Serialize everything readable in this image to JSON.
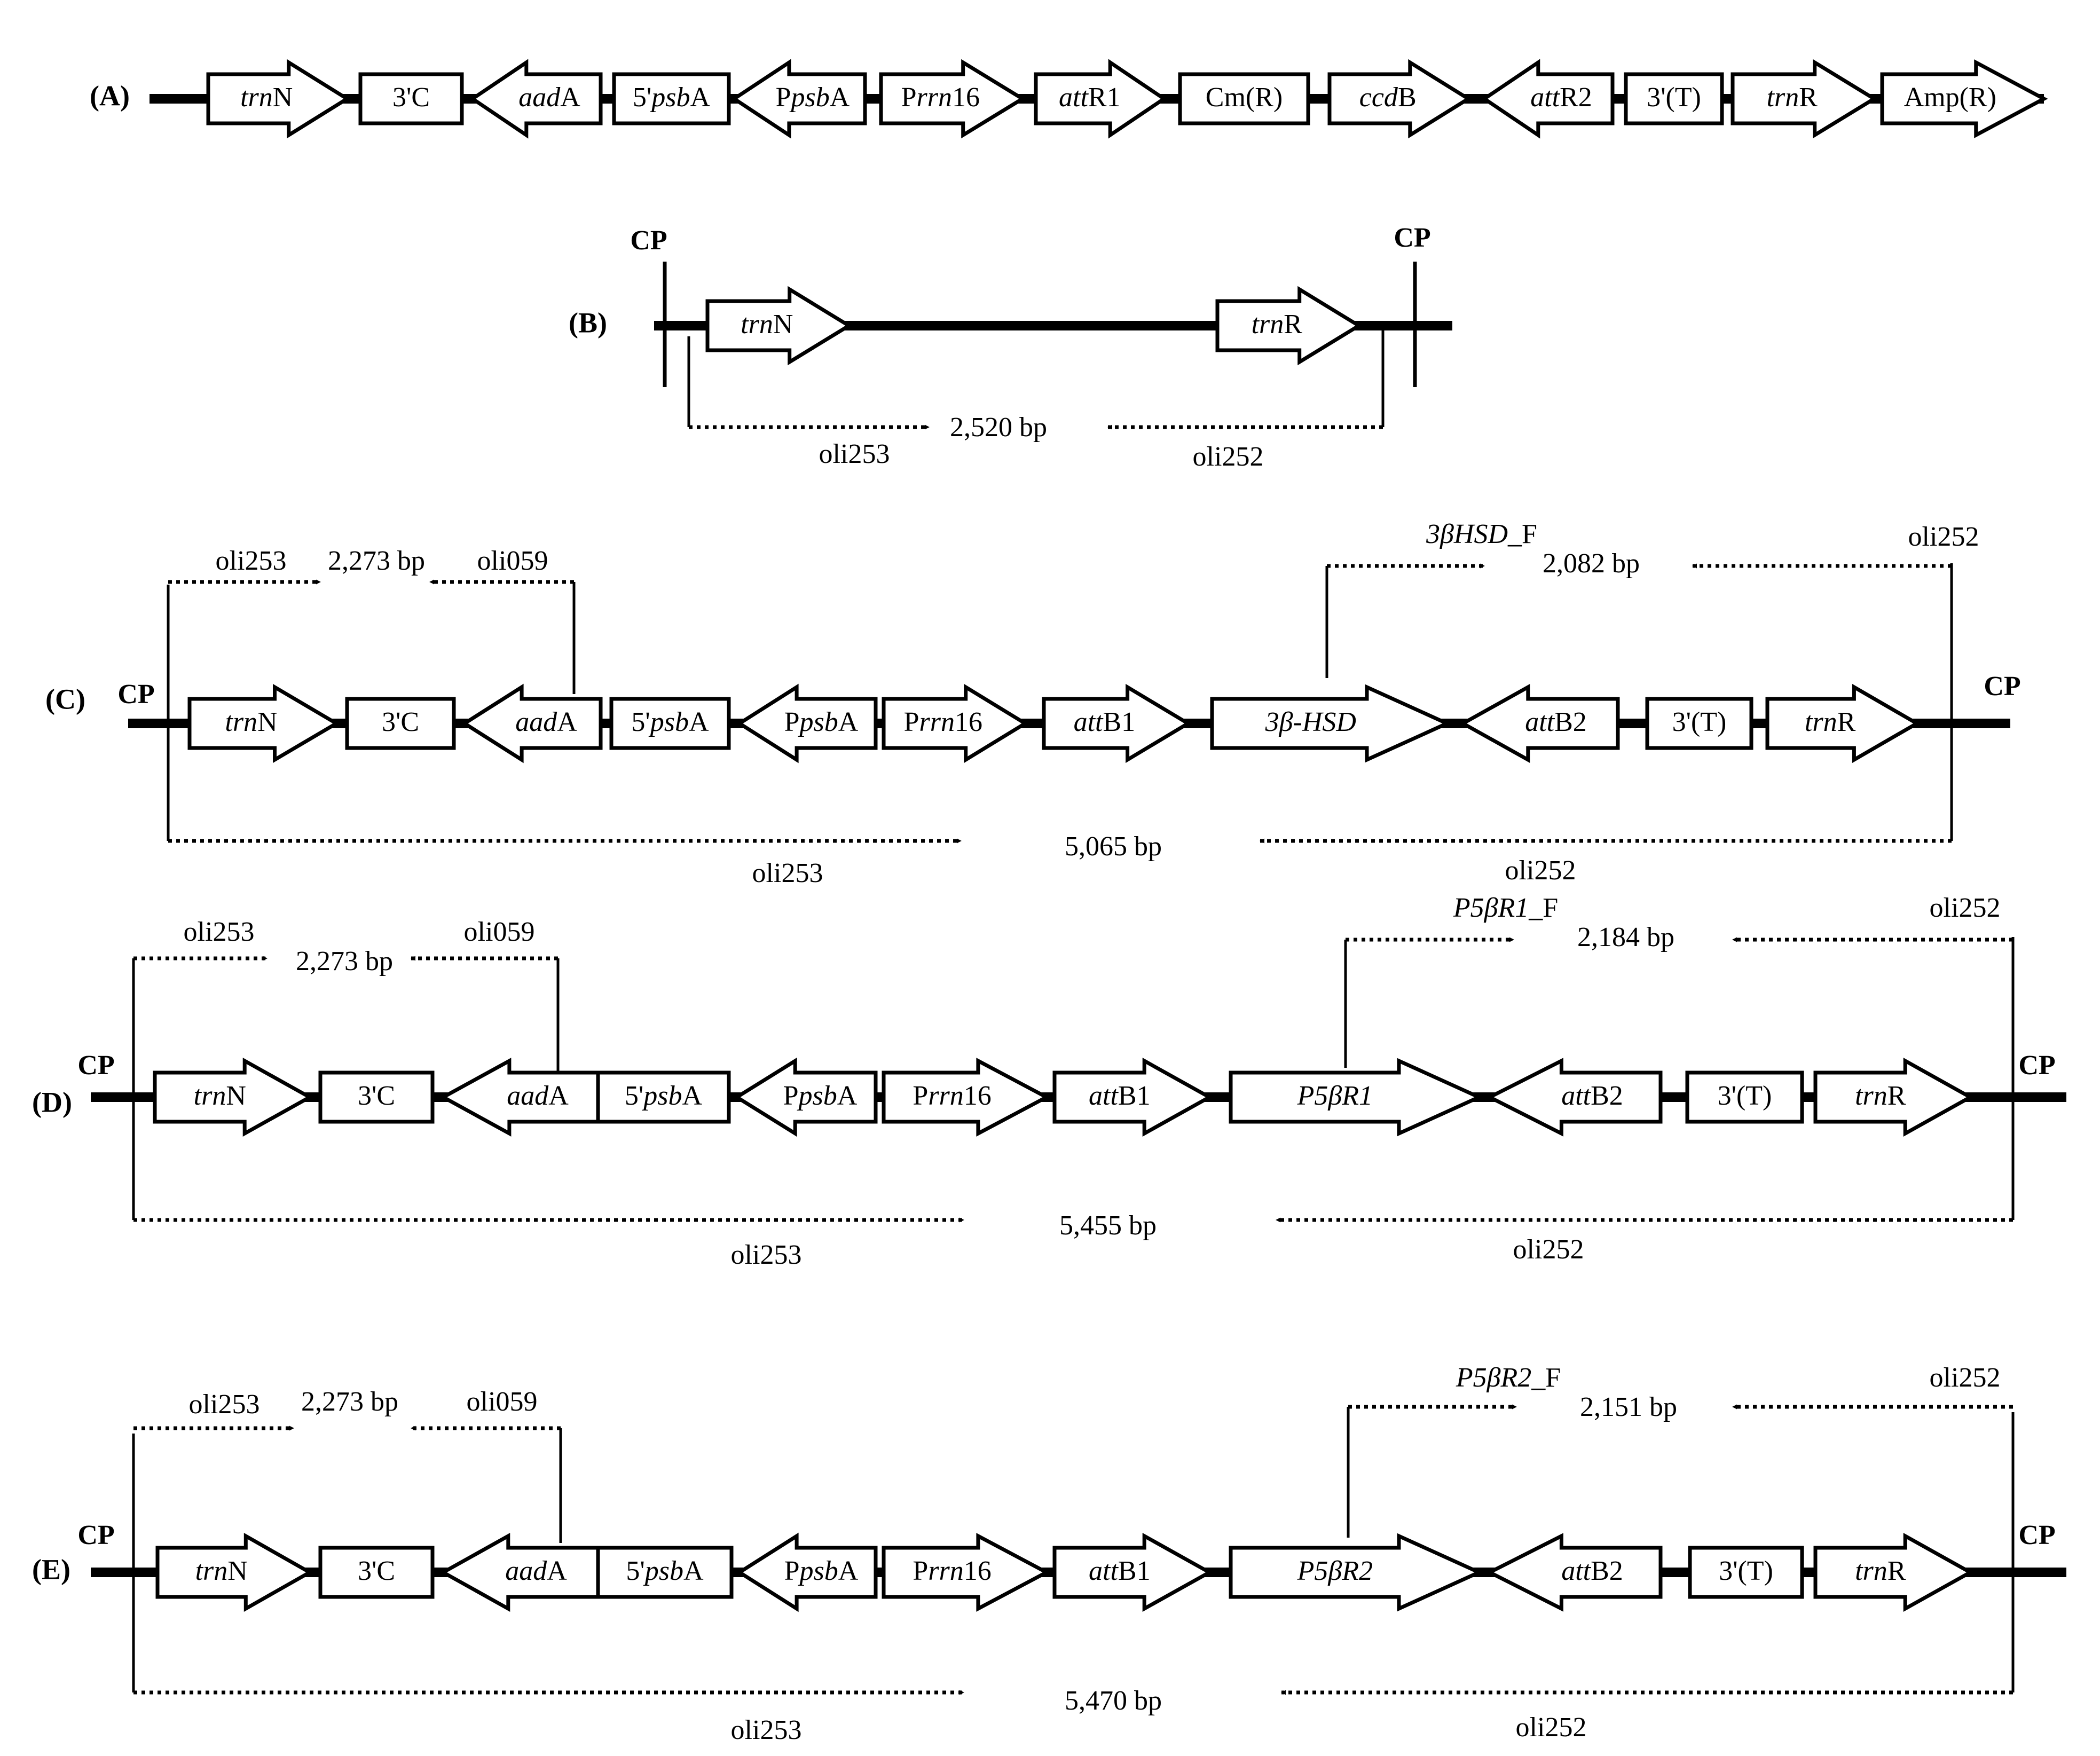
{
  "panels": [
    {
      "id": "A",
      "label": "(A)",
      "elements": [
        {
          "text": [
            [
              "trn",
              "i"
            ],
            [
              "N",
              ""
            ]
          ],
          "shape": "right"
        },
        {
          "text": [
            [
              "3'C",
              ""
            ]
          ],
          "shape": "box"
        },
        {
          "text": [
            [
              "aad",
              "i"
            ],
            [
              "A",
              ""
            ]
          ],
          "shape": "left"
        },
        {
          "text": [
            [
              "5'",
              ""
            ],
            [
              "psb",
              "i"
            ],
            [
              "A",
              ""
            ]
          ],
          "shape": "box"
        },
        {
          "text": [
            [
              "P",
              ""
            ],
            [
              "psb",
              "i"
            ],
            [
              "A",
              ""
            ]
          ],
          "shape": "left"
        },
        {
          "text": [
            [
              "P",
              ""
            ],
            [
              "rrn",
              "i"
            ],
            [
              "16",
              ""
            ]
          ],
          "shape": "right"
        },
        {
          "text": [
            [
              "att",
              "i"
            ],
            [
              "R1",
              ""
            ]
          ],
          "shape": "right"
        },
        {
          "text": [
            [
              "Cm(R)",
              ""
            ]
          ],
          "shape": "box"
        },
        {
          "text": [
            [
              "ccd",
              "i"
            ],
            [
              "B",
              ""
            ]
          ],
          "shape": "right"
        },
        {
          "text": [
            [
              "att",
              "i"
            ],
            [
              "R2",
              ""
            ]
          ],
          "shape": "left"
        },
        {
          "text": [
            [
              "3'(T)",
              ""
            ]
          ],
          "shape": "box"
        },
        {
          "text": [
            [
              "trn",
              "i"
            ],
            [
              "R",
              ""
            ]
          ],
          "shape": "right"
        },
        {
          "text": [
            [
              "Amp(R)",
              ""
            ]
          ],
          "shape": "right"
        }
      ]
    },
    {
      "id": "B",
      "label": "(B)",
      "cp": "CP",
      "elements": [
        {
          "text": [
            [
              "trn",
              "i"
            ],
            [
              "N",
              ""
            ]
          ],
          "shape": "right"
        },
        {
          "text": [
            [
              "trn",
              "i"
            ],
            [
              "R",
              ""
            ]
          ],
          "shape": "right"
        }
      ],
      "amplicons": [
        {
          "size": "2,520 bp",
          "fwd": "oli253",
          "rev": "oli252"
        }
      ]
    },
    {
      "id": "C",
      "label": "(C)",
      "cp": "CP",
      "insert": [
        [
          "3β-HSD",
          "i"
        ]
      ],
      "elements": [
        {
          "text": [
            [
              "trn",
              "i"
            ],
            [
              "N",
              ""
            ]
          ],
          "shape": "right"
        },
        {
          "text": [
            [
              "3'C",
              ""
            ]
          ],
          "shape": "box"
        },
        {
          "text": [
            [
              "aad",
              "i"
            ],
            [
              "A",
              ""
            ]
          ],
          "shape": "left"
        },
        {
          "text": [
            [
              "5'",
              ""
            ],
            [
              "psb",
              "i"
            ],
            [
              "A",
              ""
            ]
          ],
          "shape": "box"
        },
        {
          "text": [
            [
              "P",
              ""
            ],
            [
              "psb",
              "i"
            ],
            [
              "A",
              ""
            ]
          ],
          "shape": "left"
        },
        {
          "text": [
            [
              "P",
              ""
            ],
            [
              "rrn",
              "i"
            ],
            [
              "16",
              ""
            ]
          ],
          "shape": "right"
        },
        {
          "text": [
            [
              "att",
              "i"
            ],
            [
              "B1",
              ""
            ]
          ],
          "shape": "right"
        },
        {
          "text": [
            [
              "3β-HSD",
              "i"
            ]
          ],
          "shape": "right"
        },
        {
          "text": [
            [
              "att",
              "i"
            ],
            [
              "B2",
              ""
            ]
          ],
          "shape": "left"
        },
        {
          "text": [
            [
              "3'(T)",
              ""
            ]
          ],
          "shape": "box"
        },
        {
          "text": [
            [
              "trn",
              "i"
            ],
            [
              "R",
              ""
            ]
          ],
          "shape": "right"
        }
      ],
      "amplicons": [
        {
          "size": "2,273 bp",
          "fwd": "oli253",
          "rev": "oli059"
        },
        {
          "size": "2,082 bp",
          "fwd": [
            [
              "3βHSD",
              "i"
            ],
            [
              "_F",
              ""
            ]
          ],
          "rev": "oli252"
        },
        {
          "size": "5,065 bp",
          "fwd": "oli253",
          "rev": "oli252"
        }
      ]
    },
    {
      "id": "D",
      "label": "(D)",
      "cp": "CP",
      "elements": [
        {
          "text": [
            [
              "trn",
              "i"
            ],
            [
              "N",
              ""
            ]
          ],
          "shape": "right"
        },
        {
          "text": [
            [
              "3'C",
              ""
            ]
          ],
          "shape": "box"
        },
        {
          "text": [
            [
              "aad",
              "i"
            ],
            [
              "A",
              ""
            ]
          ],
          "shape": "left"
        },
        {
          "text": [
            [
              "5'",
              ""
            ],
            [
              "psb",
              "i"
            ],
            [
              "A",
              ""
            ]
          ],
          "shape": "box"
        },
        {
          "text": [
            [
              "P",
              ""
            ],
            [
              "psb",
              "i"
            ],
            [
              "A",
              ""
            ]
          ],
          "shape": "left"
        },
        {
          "text": [
            [
              "P",
              ""
            ],
            [
              "rrn",
              "i"
            ],
            [
              "16",
              ""
            ]
          ],
          "shape": "right"
        },
        {
          "text": [
            [
              "att",
              "i"
            ],
            [
              "B1",
              ""
            ]
          ],
          "shape": "right"
        },
        {
          "text": [
            [
              "P5βR1",
              "i"
            ]
          ],
          "shape": "right"
        },
        {
          "text": [
            [
              "att",
              "i"
            ],
            [
              "B2",
              ""
            ]
          ],
          "shape": "left"
        },
        {
          "text": [
            [
              "3'(T)",
              ""
            ]
          ],
          "shape": "box"
        },
        {
          "text": [
            [
              "trn",
              "i"
            ],
            [
              "R",
              ""
            ]
          ],
          "shape": "right"
        }
      ],
      "amplicons": [
        {
          "size": "2,273 bp",
          "fwd": "oli253",
          "rev": "oli059"
        },
        {
          "size": "2,184 bp",
          "fwd": [
            [
              "P5βR1",
              "i"
            ],
            [
              "_F",
              ""
            ]
          ],
          "rev": "oli252"
        },
        {
          "size": "5,455 bp",
          "fwd": "oli253",
          "rev": "oli252"
        }
      ]
    },
    {
      "id": "E",
      "label": "(E)",
      "cp": "CP",
      "elements": [
        {
          "text": [
            [
              "trn",
              "i"
            ],
            [
              "N",
              ""
            ]
          ],
          "shape": "right"
        },
        {
          "text": [
            [
              "3'C",
              ""
            ]
          ],
          "shape": "box"
        },
        {
          "text": [
            [
              "aad",
              "i"
            ],
            [
              "A",
              ""
            ]
          ],
          "shape": "left"
        },
        {
          "text": [
            [
              "5'",
              ""
            ],
            [
              "psb",
              "i"
            ],
            [
              "A",
              ""
            ]
          ],
          "shape": "box"
        },
        {
          "text": [
            [
              "P",
              ""
            ],
            [
              "psb",
              "i"
            ],
            [
              "A",
              ""
            ]
          ],
          "shape": "left"
        },
        {
          "text": [
            [
              "P",
              ""
            ],
            [
              "rrn",
              "i"
            ],
            [
              "16",
              ""
            ]
          ],
          "shape": "right"
        },
        {
          "text": [
            [
              "att",
              "i"
            ],
            [
              "B1",
              ""
            ]
          ],
          "shape": "right"
        },
        {
          "text": [
            [
              "P5βR2",
              "i"
            ]
          ],
          "shape": "right"
        },
        {
          "text": [
            [
              "att",
              "i"
            ],
            [
              "B2",
              ""
            ]
          ],
          "shape": "left"
        },
        {
          "text": [
            [
              "3'(T)",
              ""
            ]
          ],
          "shape": "box"
        },
        {
          "text": [
            [
              "trn",
              "i"
            ],
            [
              "R",
              ""
            ]
          ],
          "shape": "right"
        }
      ],
      "amplicons": [
        {
          "size": "2,273 bp",
          "fwd": "oli253",
          "rev": "oli059"
        },
        {
          "size": "2,151 bp",
          "fwd": [
            [
              "P5βR2",
              "i"
            ],
            [
              "_F",
              ""
            ]
          ],
          "rev": "oli252"
        },
        {
          "size": "5,470 bp",
          "fwd": "oli253",
          "rev": "oli252"
        }
      ]
    }
  ]
}
